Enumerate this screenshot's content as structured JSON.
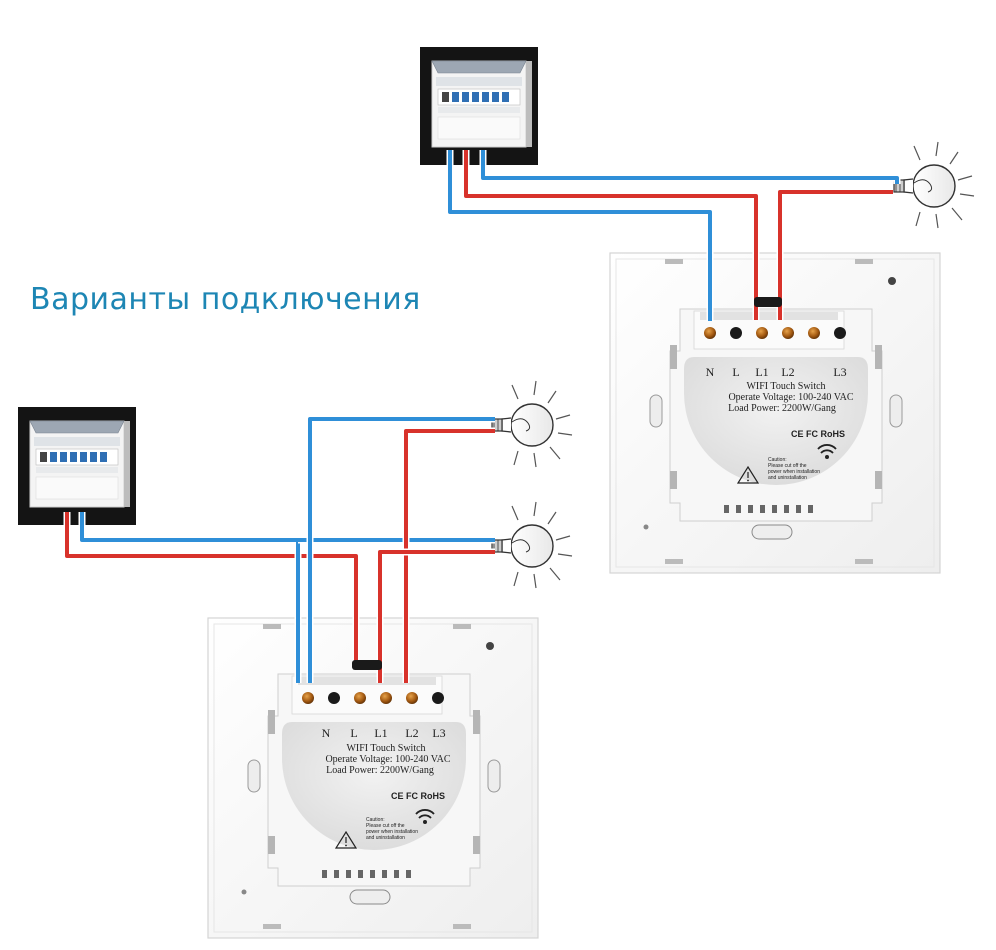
{
  "heading": "Варианты подключения",
  "switch": {
    "terminals": [
      "N",
      "L",
      "L1",
      "L2",
      "L3"
    ],
    "product": "WIFI Touch Switch",
    "voltage": "Operate Voltage: 100-240 VAC",
    "power": "Load Power: 2200W/Gang",
    "certs": "CE FC RoHS",
    "caution_title": "Caution:",
    "caution_line1": "Please cut off the",
    "caution_line2": "power when installation",
    "caution_line3": "and uninstallation"
  },
  "colors": {
    "neutral_wire": "#2f8fd8",
    "live_wire": "#d8322b",
    "heading": "#1d86b4"
  }
}
